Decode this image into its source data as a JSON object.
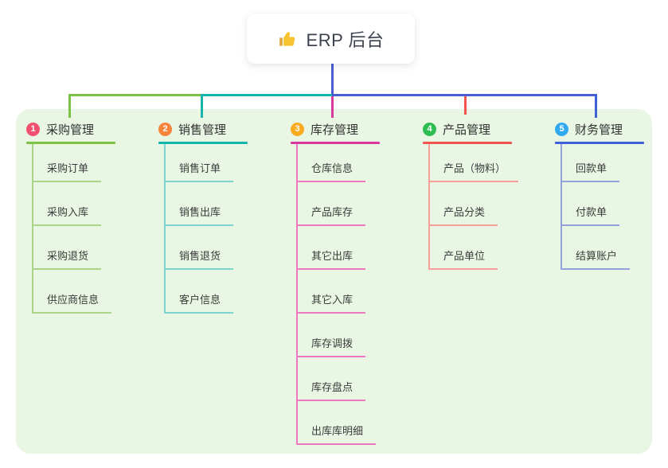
{
  "theme": {
    "panel_bg": "#e9f6e4",
    "root_line_color": "#4a5ed0",
    "card_bg": "#ffffff",
    "card_text_color": "#3c4150"
  },
  "root": {
    "title": "ERP 后台",
    "icon": "thumbs-up",
    "icon_color": "#f6c331"
  },
  "branches": [
    {
      "index": "1",
      "label": "采购管理",
      "badge_color": "#f0506e",
      "line_color": "#7dc244",
      "child_line_color": "#abd488",
      "children": [
        "采购订单",
        "采购入库",
        "采购退货",
        "供应商信息"
      ]
    },
    {
      "index": "2",
      "label": "销售管理",
      "badge_color": "#f8833b",
      "line_color": "#14b5ab",
      "child_line_color": "#7fd4cd",
      "children": [
        "销售订单",
        "销售出库",
        "销售退货",
        "客户信息"
      ]
    },
    {
      "index": "3",
      "label": "库存管理",
      "badge_color": "#fbab1f",
      "line_color": "#d8399f",
      "child_line_color": "#ee79c0",
      "children": [
        "仓库信息",
        "产品库存",
        "其它出库",
        "其它入库",
        "库存调拨",
        "库存盘点",
        "出库库明细"
      ]
    },
    {
      "index": "4",
      "label": "产品管理",
      "badge_color": "#2ebd52",
      "line_color": "#f0544f",
      "child_line_color": "#f5a09b",
      "children": [
        "产品（物料）",
        "产品分类",
        "产品单位"
      ]
    },
    {
      "index": "5",
      "label": "财务管理",
      "badge_color": "#31a9f0",
      "line_color": "#3f5fd6",
      "child_line_color": "#93a2dc",
      "children": [
        "回款单",
        "付款单",
        "结算账户"
      ]
    }
  ]
}
